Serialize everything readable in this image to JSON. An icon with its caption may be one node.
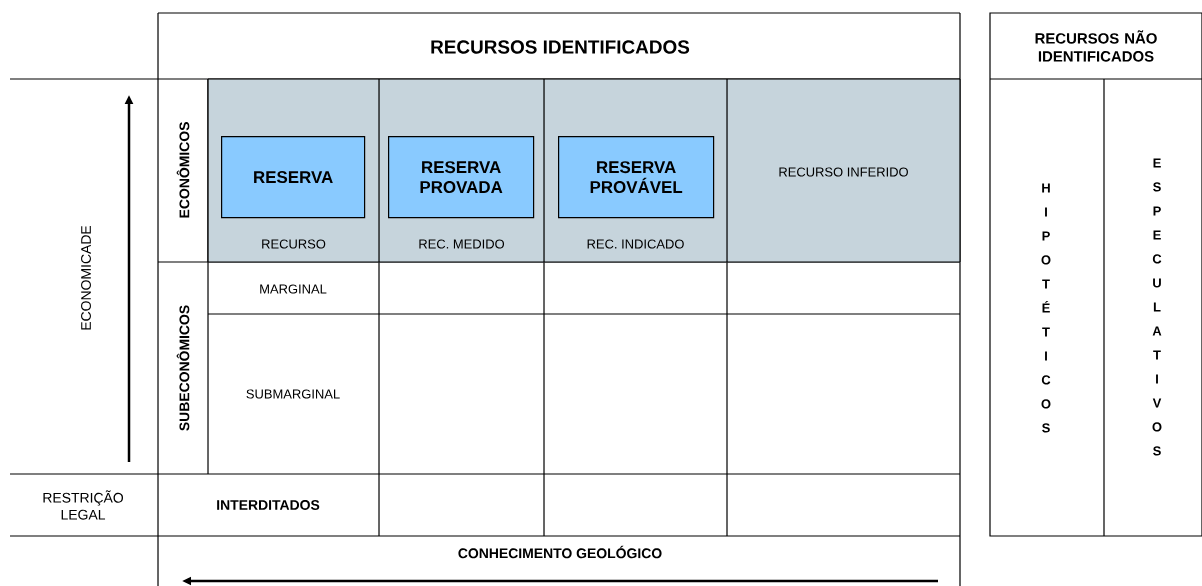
{
  "diagram": {
    "nodes": [
      {
        "text": [
          "RECURSO"
        ]
      },
      {
        "text": [
          "RESERVA"
        ],
        "in": 0
      },
      {
        "text": [
          "REC. MEDIDO"
        ]
      },
      {
        "text": [
          "RESERVA PROVADA"
        ],
        "in": 2
      },
      {
        "text": [
          "REC. INDICADO"
        ]
      },
      {
        "text": [
          "RESERVA PROVÁVEL"
        ],
        "in": 4
      },
      {
        "text": [
          "RECURSO INFERIDO"
        ]
      }
    ],
    "labels": [
      "RECURSOS IDENTIFICADOS",
      "RECURSOS NÃO IDENTIFICADOS",
      "ECONOMICADE",
      "ECONÔMICOS",
      "HIPOTÉTICOS",
      "ESPECULATIVOS",
      "MARGINAL",
      "SUBECONÔMICOS",
      "SUBMARGINAL",
      "RESTRIÇÃO LEGAL",
      "INTERDITADOS",
      "CONHECIMENTO GEOLÓGICO"
    ]
  }
}
